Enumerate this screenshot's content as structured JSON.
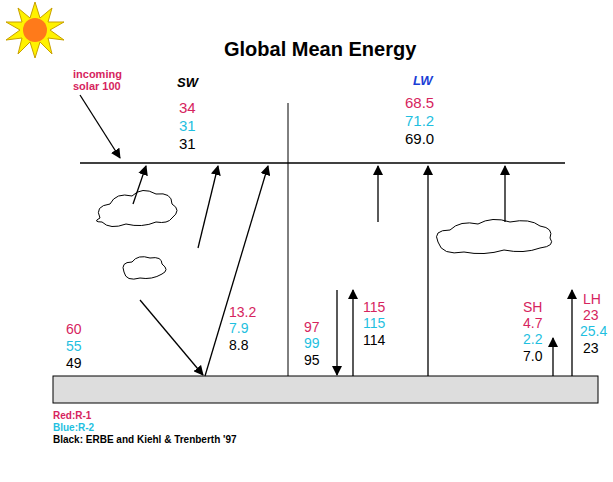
{
  "diagram": {
    "title": "Global Mean Energy",
    "labels": [
      "incoming solar 100",
      "SW",
      "34",
      "31",
      "31",
      "LW",
      "68.5",
      "71.2",
      "69.0",
      "60",
      "55",
      "49",
      "13.2",
      "7.9",
      "8.8",
      "97",
      "99",
      "95",
      "115",
      "115",
      "114",
      "SH",
      "4.7",
      "2.2",
      "7.0",
      "LH",
      "23",
      "25.4",
      "23",
      "Red:R-1",
      "Blue:R-2",
      "Black: ERBE and Kiehl & Trenberth '97"
    ]
  }
}
